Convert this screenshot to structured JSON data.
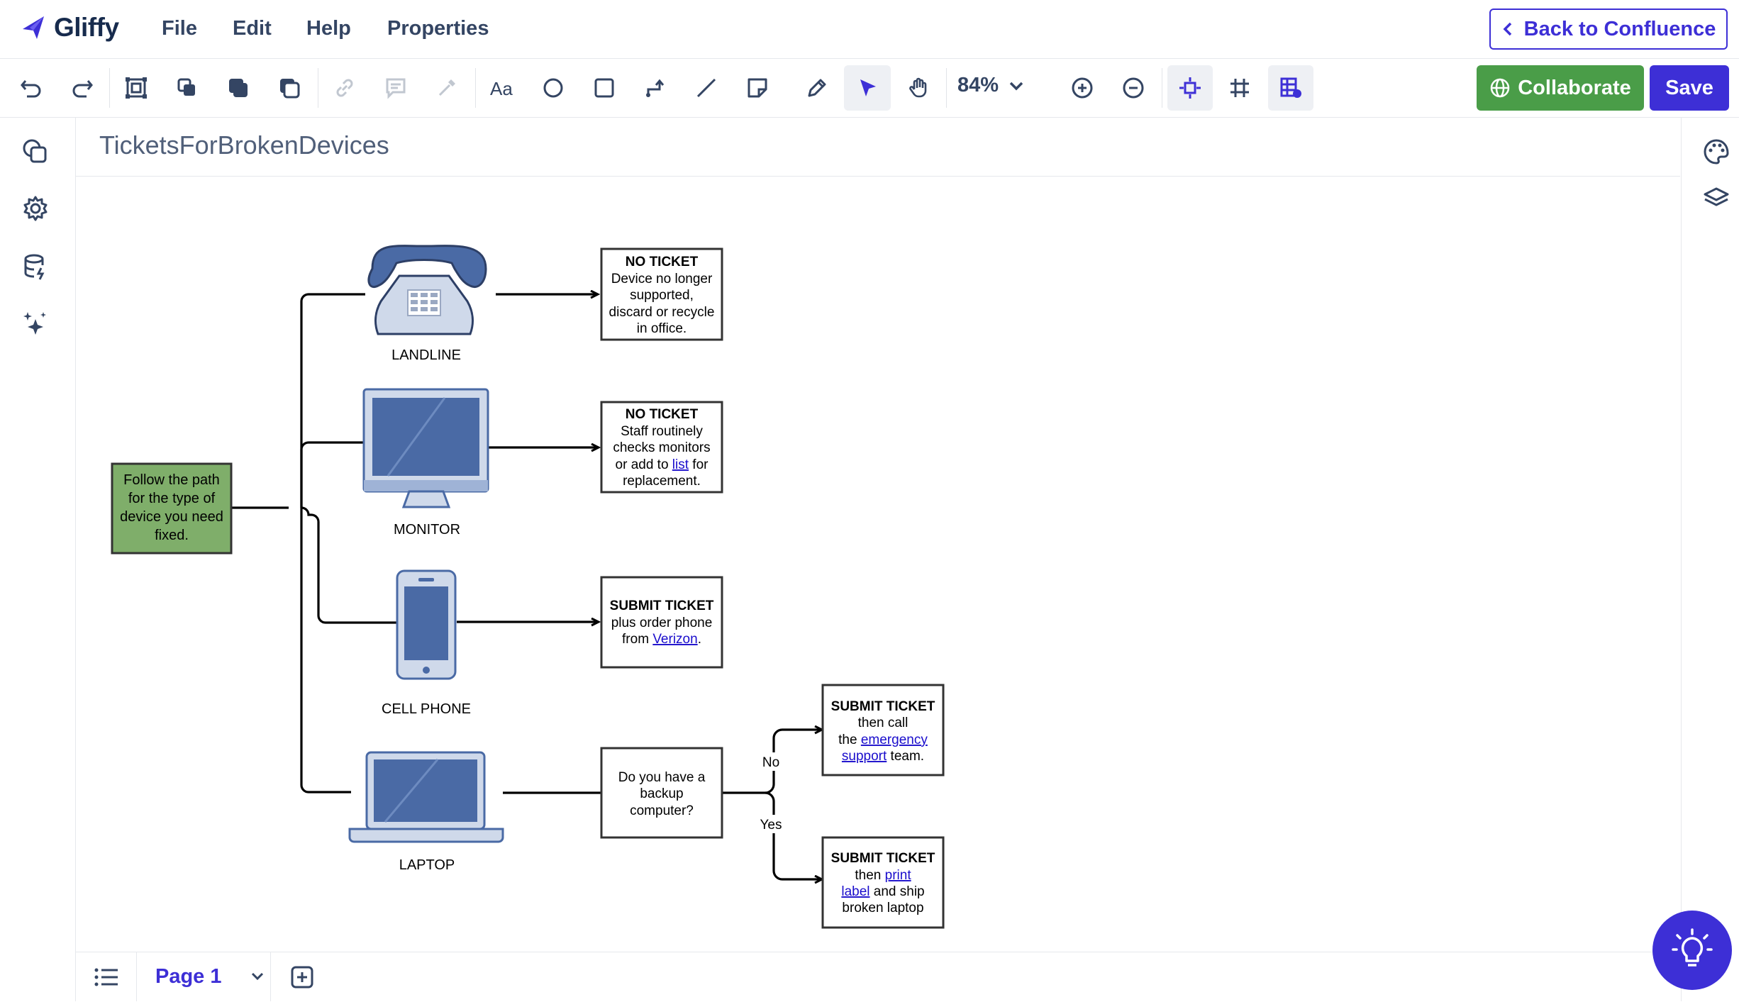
{
  "app": {
    "name": "Gliffy"
  },
  "menu": [
    {
      "label": "File"
    },
    {
      "label": "Edit"
    },
    {
      "label": "Help"
    },
    {
      "label": "Properties"
    }
  ],
  "header": {
    "back_label": "Back to Confluence"
  },
  "toolbar": {
    "zoom": "84%",
    "collaborate_label": "Collaborate",
    "save_label": "Save"
  },
  "document": {
    "title": "TicketsForBrokenDevices"
  },
  "diagram": {
    "start_box": [
      "Follow the path",
      "for the type of",
      "device you need",
      "fixed."
    ],
    "devices": {
      "landline": "LANDLINE",
      "monitor": "MONITOR",
      "cell_phone": "CELL PHONE",
      "laptop": "LAPTOP"
    },
    "landline_box": {
      "title": "NO TICKET",
      "lines": [
        "Device no longer",
        "supported,",
        "discard or recycle",
        "in office."
      ]
    },
    "monitor_box": {
      "title": "NO TICKET",
      "line1": "Staff routinely",
      "line2": "checks monitors",
      "line3_pre": "or add to ",
      "line3_link": "list",
      "line3_post": " for",
      "line4": "replacement."
    },
    "cell_box": {
      "title": "SUBMIT TICKET",
      "line1": "plus order phone",
      "line2_pre": "from ",
      "line2_link": "Verizon",
      "line2_post": "."
    },
    "question_box": {
      "lines": [
        "Do you have a",
        "backup",
        "computer?"
      ]
    },
    "no_label": "No",
    "yes_label": "Yes",
    "no_box": {
      "title": "SUBMIT TICKET",
      "line1": "then call",
      "line2_pre": "the ",
      "line2_link": "emergency",
      "line3_link": "support",
      "line3_post": " team."
    },
    "yes_box": {
      "title": "SUBMIT TICKET",
      "line1_pre": "then ",
      "line1_link": "print",
      "line2_link": "label",
      "line2_post": " and ship",
      "line3": "broken laptop"
    }
  },
  "footer": {
    "page_label": "Page 1"
  },
  "colors": {
    "accent": "#3d2fd6",
    "collaborate": "#4a9d48",
    "start_box": "#7fae6a",
    "device_blue": "#4a6aa5",
    "device_light": "#cfd9ea"
  }
}
